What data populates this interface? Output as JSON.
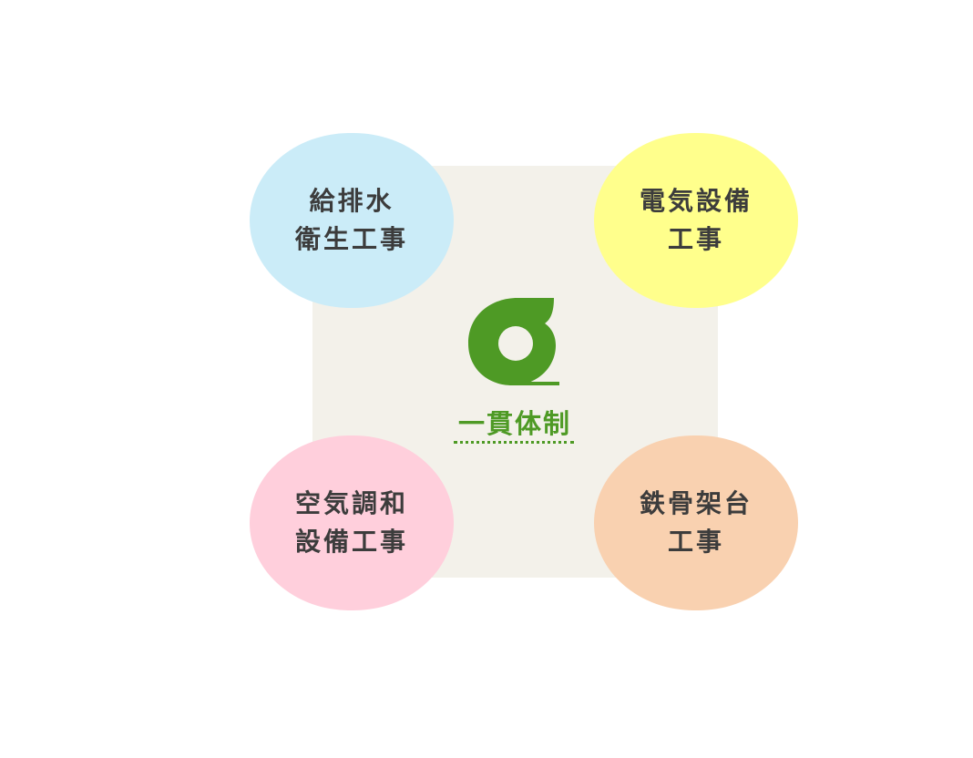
{
  "diagram": {
    "center": {
      "label": "一貫体制",
      "logo_icon": "green-ring-logo-icon",
      "accent_color": "#4e9a25",
      "background_color": "#f3f1ea"
    },
    "nodes": [
      {
        "lines": [
          "給排水",
          "衛生工事"
        ],
        "color": "#cbecf8"
      },
      {
        "lines": [
          "電気設備",
          "工事"
        ],
        "color": "#ffff8c"
      },
      {
        "lines": [
          "空気調和",
          "設備工事"
        ],
        "color": "#ffcfdc"
      },
      {
        "lines": [
          "鉄骨架台",
          "工事"
        ],
        "color": "#f9d1b0"
      }
    ],
    "text_color": "#3c3c3c"
  }
}
